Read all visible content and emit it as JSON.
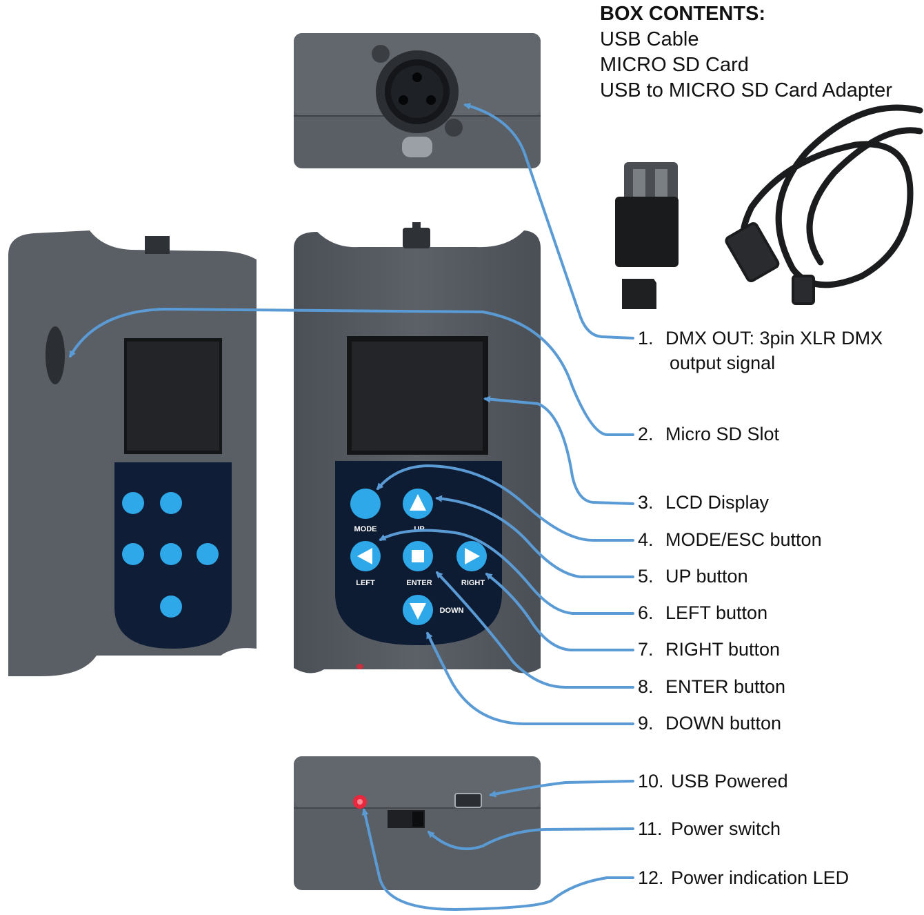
{
  "box_contents": {
    "title": "BOX CONTENTS:",
    "items": [
      "USB Cable",
      "MICRO SD Card",
      "USB to MICRO SD Card Adapter"
    ]
  },
  "callouts": [
    {
      "number": "1.",
      "text": "DMX OUT: 3pin XLR DMX",
      "text2": "output signal"
    },
    {
      "number": "2.",
      "text": "Micro SD Slot"
    },
    {
      "number": "3.",
      "text": "LCD Display"
    },
    {
      "number": "4.",
      "text": "MODE/ESC button"
    },
    {
      "number": "5.",
      "text": "UP button"
    },
    {
      "number": "6.",
      "text": "LEFT button"
    },
    {
      "number": "7.",
      "text": "RIGHT button"
    },
    {
      "number": "8.",
      "text": "ENTER button"
    },
    {
      "number": "9.",
      "text": "DOWN button"
    },
    {
      "number": "10.",
      "text": "USB Powered"
    },
    {
      "number": "11.",
      "text": "Power switch"
    },
    {
      "number": "12.",
      "text": "Power indication LED"
    }
  ],
  "device_buttons": {
    "mode": "MODE",
    "up": "UP",
    "left": "LEFT",
    "enter": "ENTER",
    "right": "RIGHT",
    "down": "DOWN"
  },
  "colors": {
    "arrow": "#5b9bd5",
    "housing": "#54595f",
    "keypad": "#0d1b33",
    "button": "#2ea8e8",
    "led": "#e8283c"
  }
}
